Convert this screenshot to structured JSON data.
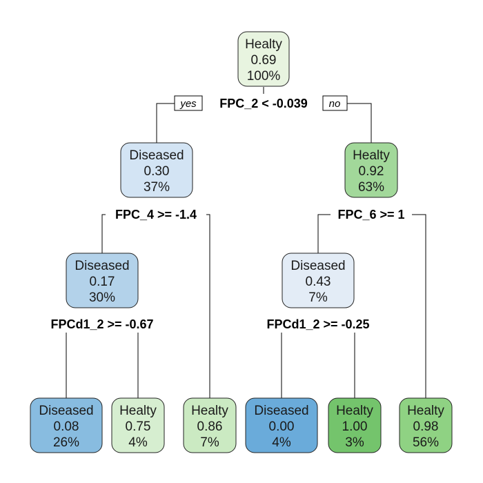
{
  "nodes": [
    {
      "id": "root",
      "label": "Healty",
      "value": "0.69",
      "pct": "100%",
      "color": "#e8f4e0"
    },
    {
      "id": "n2",
      "label": "Diseased",
      "value": "0.30",
      "pct": "37%",
      "color": "#d3e4f4"
    },
    {
      "id": "n3",
      "label": "Healty",
      "value": "0.92",
      "pct": "63%",
      "color": "#a2d89a"
    },
    {
      "id": "n4",
      "label": "Diseased",
      "value": "0.17",
      "pct": "30%",
      "color": "#b3d2ea"
    },
    {
      "id": "n5",
      "label": "Healty",
      "value": "0.86",
      "pct": "7%",
      "color": "#cbeac2"
    },
    {
      "id": "n6",
      "label": "Diseased",
      "value": "0.43",
      "pct": "7%",
      "color": "#e3ecf6"
    },
    {
      "id": "n7",
      "label": "Healty",
      "value": "0.98",
      "pct": "56%",
      "color": "#8fd283"
    },
    {
      "id": "n8",
      "label": "Diseased",
      "value": "0.08",
      "pct": "26%",
      "color": "#88bce0"
    },
    {
      "id": "n9",
      "label": "Healty",
      "value": "0.75",
      "pct": "4%",
      "color": "#d6eed0"
    },
    {
      "id": "n12",
      "label": "Diseased",
      "value": "0.00",
      "pct": "4%",
      "color": "#6aabda"
    },
    {
      "id": "n13",
      "label": "Healty",
      "value": "1.00",
      "pct": "3%",
      "color": "#74c46c"
    }
  ],
  "splits": {
    "root": "FPC_2 < -0.039",
    "n2": "FPC_4 >= -1.4",
    "n3": "FPC_6 >= 1",
    "n4": "FPCd1_2 >= -0.67",
    "n6": "FPCd1_2 >= -0.25"
  },
  "branch_labels": {
    "yes": "yes",
    "no": "no"
  }
}
